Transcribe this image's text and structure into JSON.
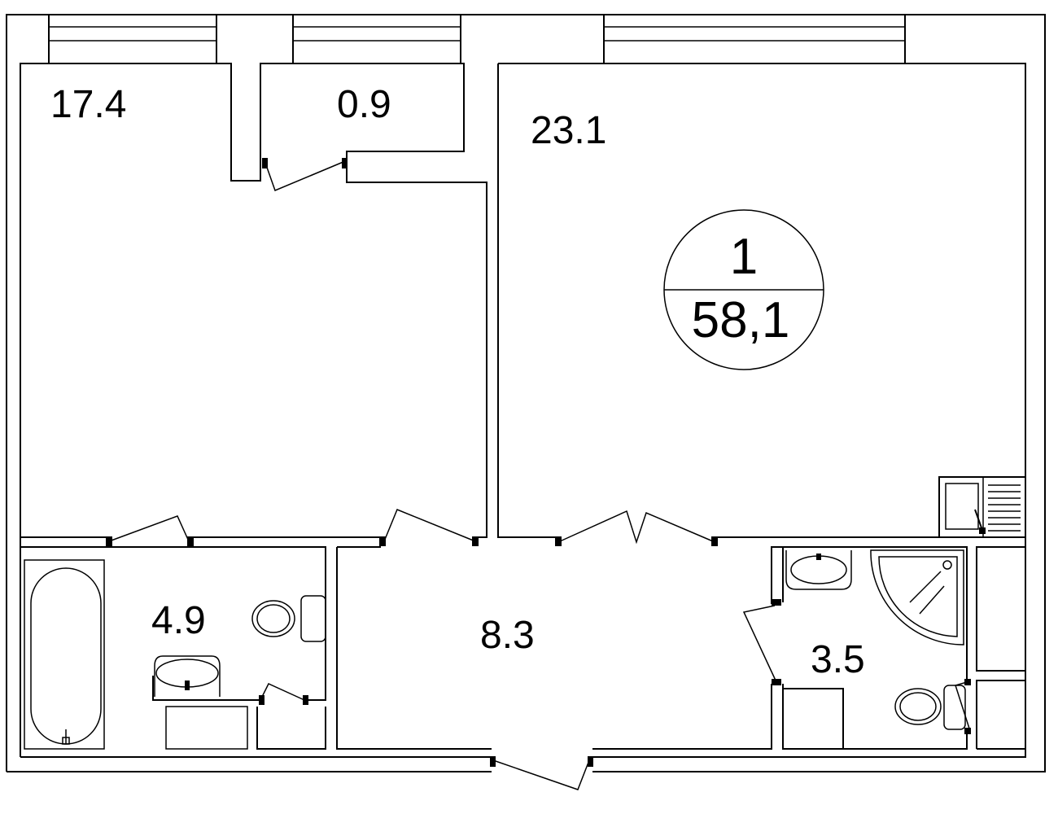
{
  "plan": {
    "apartment_number": "1",
    "total_area": "58,1",
    "rooms": [
      {
        "id": "room-left",
        "area": "17.4"
      },
      {
        "id": "pantry",
        "area": "0.9"
      },
      {
        "id": "room-right",
        "area": "23.1"
      },
      {
        "id": "bathroom",
        "area": "4.9"
      },
      {
        "id": "hallway",
        "area": "8.3"
      },
      {
        "id": "shower-room",
        "area": "3.5"
      }
    ]
  }
}
